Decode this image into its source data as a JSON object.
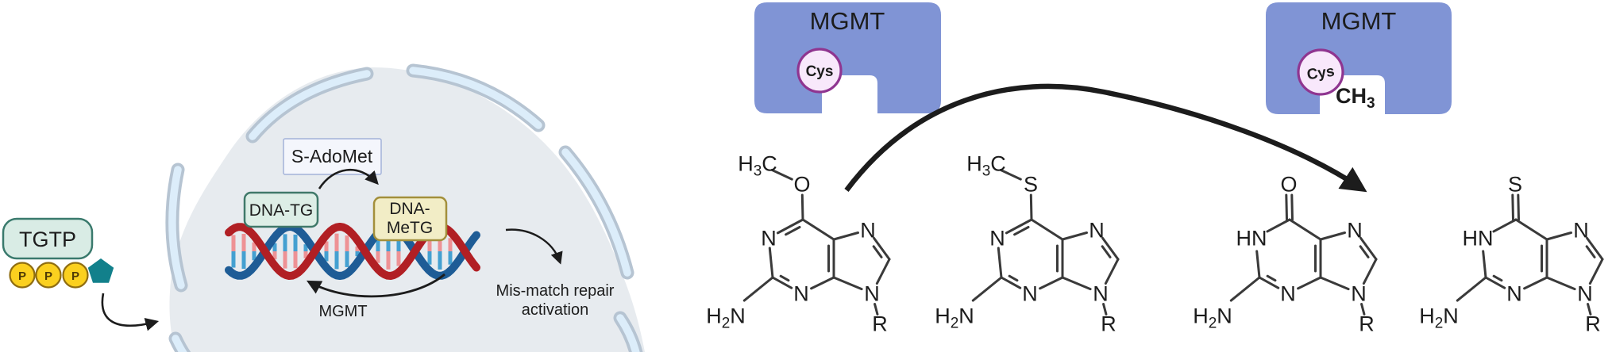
{
  "cell": {
    "tgtp_label": "TGTP",
    "phosphate_label": "P",
    "sugar_icon": "pentagon",
    "s_adomet_label": "S-AdoMet",
    "dna_tg_label": "DNA-TG",
    "dna_metg_line1": "DNA-",
    "dna_metg_line2": "MeTG",
    "mgmt_label": "MGMT",
    "mismatch_line1": "Mis-match repair",
    "mismatch_line2": "activation"
  },
  "proteins": {
    "left": {
      "title": "MGMT",
      "residue": "Cys"
    },
    "right": {
      "title": "MGMT",
      "residue": "Cys",
      "methyl": "CH_3"
    }
  },
  "structures": [
    {
      "top_methyl": "H_3C",
      "top_atom": "O",
      "top_double": false,
      "n1": "N",
      "n1_double": true,
      "amine": "H_2N",
      "n3": "N",
      "n7": "N",
      "n9": "N",
      "r": "R"
    },
    {
      "top_methyl": "H_3C",
      "top_atom": "S",
      "top_double": false,
      "n1": "N",
      "n1_double": true,
      "amine": "H_2N",
      "n3": "N",
      "n7": "N",
      "n9": "N",
      "r": "R"
    },
    {
      "top_methyl": null,
      "top_atom": "O",
      "top_double": true,
      "n1": "HN",
      "n1_double": false,
      "amine": "H_2N",
      "n3": "N",
      "n7": "N",
      "n9": "N",
      "r": "R"
    },
    {
      "top_methyl": null,
      "top_atom": "S",
      "top_double": true,
      "n1": "HN",
      "n1_double": false,
      "amine": "H_2N",
      "n3": "N",
      "n7": "N",
      "n9": "N",
      "r": "R"
    }
  ],
  "colors": {
    "protein_fill": "#8094d5",
    "cys_fill": "#f8e8fb",
    "cys_border": "#8f3590",
    "cell_fill": "#e7ebef",
    "membrane_outline": "#b6c4d2",
    "membrane_fill": "#dcedfa",
    "tgtp_fill": "#d9ece5",
    "tgtp_border": "#3a7a6d",
    "phosphate_fill": "#fbd01f",
    "phosphate_border": "#8f6d10",
    "sugar_fill": "#12808b",
    "s_adomet_fill": "#f4f6fc",
    "s_adomet_border": "#a3b2d9",
    "dna_tg_fill": "#ddeee6",
    "dna_tg_border": "#40796a",
    "dna_metg_fill": "#f2edc6",
    "dna_metg_border": "#a38f3b",
    "dna_red": "#b11f24",
    "dna_blue": "#1e5c96",
    "rung_pink": "#ee9295",
    "rung_blue": "#44a0d1",
    "arrow": "#1c1c1c",
    "bond": "#3a3a3a"
  }
}
